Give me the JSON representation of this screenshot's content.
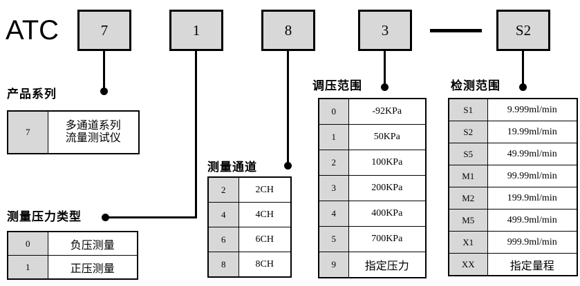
{
  "diagram": {
    "brand": "ATC",
    "separator": "—",
    "model_code_boxes": [
      {
        "value": "7",
        "meaning_group": "product-series"
      },
      {
        "value": "1",
        "meaning_group": "pressure-type"
      },
      {
        "value": "8",
        "meaning_group": "measurement-channel"
      },
      {
        "value": "3",
        "meaning_group": "pressure-range"
      },
      {
        "value": "S2",
        "meaning_group": "detection-range"
      }
    ]
  },
  "sections": {
    "product_series": {
      "title": "产品系列",
      "rows": [
        {
          "key": "7",
          "value": "多通道系列\n流量测试仪",
          "line1": "多通道系列",
          "line2": "流量测试仪"
        }
      ]
    },
    "pressure_type": {
      "title": "测量压力类型",
      "rows": [
        {
          "key": "0",
          "value": "负压测量"
        },
        {
          "key": "1",
          "value": "正压测量"
        }
      ]
    },
    "measurement_channel": {
      "title": "测量通道",
      "rows": [
        {
          "key": "2",
          "value": "2CH"
        },
        {
          "key": "4",
          "value": "4CH"
        },
        {
          "key": "6",
          "value": "6CH"
        },
        {
          "key": "8",
          "value": "8CH"
        }
      ]
    },
    "pressure_range": {
      "title": "调压范围",
      "rows": [
        {
          "key": "0",
          "value": "-92KPa"
        },
        {
          "key": "1",
          "value": "50KPa"
        },
        {
          "key": "2",
          "value": "100KPa"
        },
        {
          "key": "3",
          "value": "200KPa"
        },
        {
          "key": "4",
          "value": "400KPa"
        },
        {
          "key": "5",
          "value": "700KPa"
        },
        {
          "key": "9",
          "value": "指定压力"
        }
      ]
    },
    "detection_range": {
      "title": "检测范围",
      "rows": [
        {
          "key": "S1",
          "value": "9.999ml/min"
        },
        {
          "key": "S2",
          "value": "19.99ml/min"
        },
        {
          "key": "S5",
          "value": "49.99ml/min"
        },
        {
          "key": "M1",
          "value": "99.99ml/min"
        },
        {
          "key": "M2",
          "value": "199.9ml/min"
        },
        {
          "key": "M5",
          "value": "499.9ml/min"
        },
        {
          "key": "X1",
          "value": "999.9ml/min"
        },
        {
          "key": "XX",
          "value": "指定量程"
        }
      ]
    }
  },
  "colors": {
    "shaded_cell": "#d8d8d8",
    "line": "#000000",
    "background": "#ffffff"
  }
}
